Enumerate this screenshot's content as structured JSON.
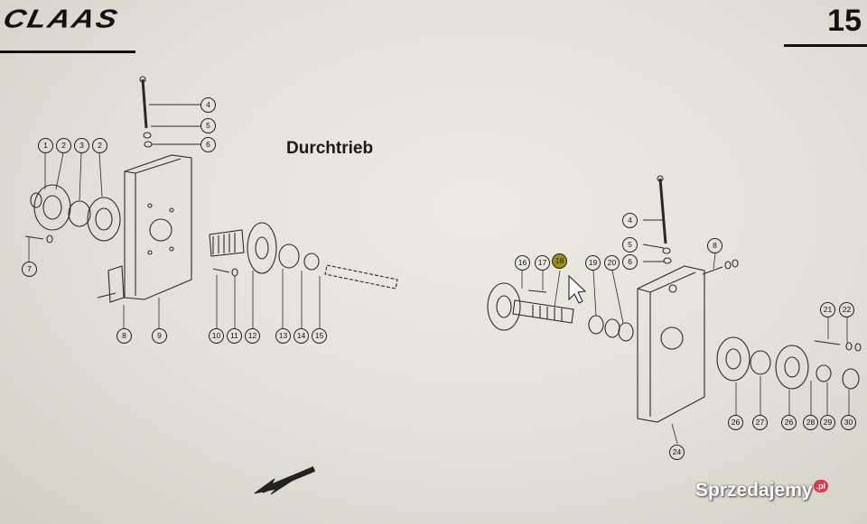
{
  "brand": "CLAAS",
  "page_number": "15",
  "title": "Durchtrieb",
  "watermark": {
    "text": "Sprzedajemy",
    "suffix": ".pl"
  },
  "callouts_left": [
    "1",
    "2",
    "3",
    "2",
    "4",
    "5",
    "6",
    "7",
    "8",
    "9",
    "10",
    "11",
    "12",
    "13",
    "14",
    "15"
  ],
  "callouts_right": [
    "4",
    "5",
    "6",
    "8",
    "16",
    "17",
    "18",
    "19",
    "20",
    "21",
    "22",
    "24",
    "26",
    "27",
    "26",
    "28",
    "29",
    "30"
  ]
}
